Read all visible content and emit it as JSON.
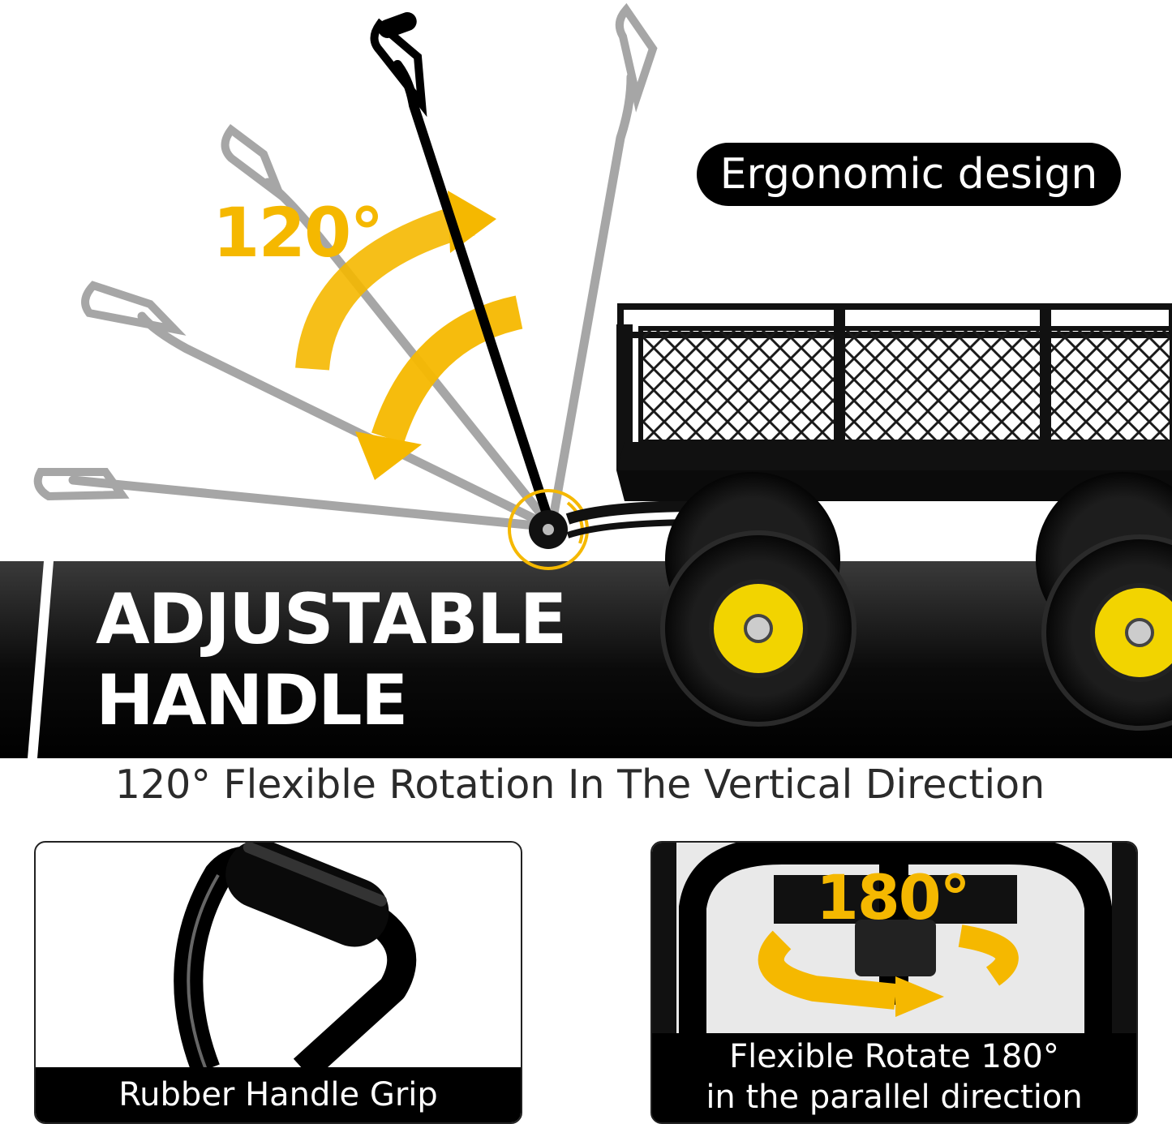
{
  "hero": {
    "angle_label": "120°",
    "badge": "Ergonomic design",
    "title_line1": "ADJUSTABLE",
    "title_line2": "HANDLE",
    "subtitle": "120° Flexible Rotation In The Vertical Direction"
  },
  "panels": {
    "left_caption": "Rubber Handle Grip",
    "right_angle_label": "180°",
    "right_caption_line1": "Flexible Rotate 180°",
    "right_caption_line2": "in the parallel direction"
  },
  "colors": {
    "accent": "#f5b800",
    "dark": "#000000",
    "ghost": "#a8a8a8"
  },
  "icons": [
    "rotate-arrow-icon",
    "pivot-icon",
    "rotate-180-arrow-icon"
  ]
}
